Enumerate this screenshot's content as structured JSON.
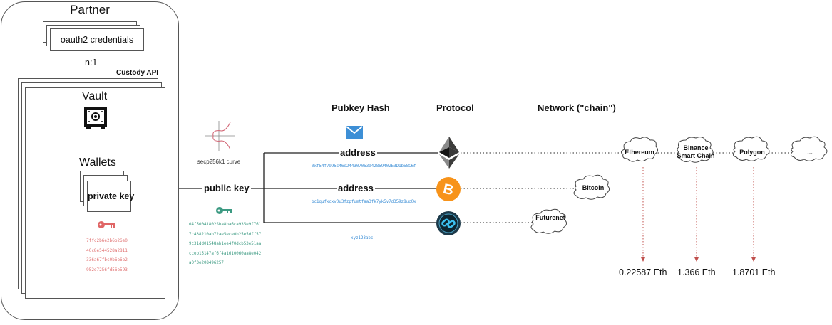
{
  "partner": {
    "title": "Partner",
    "credentials_label": "oauth2 credentials",
    "relation_label": "n:1",
    "custody_api_label": "Custody API",
    "vault_title": "Vault",
    "vault_icon": "safe-icon",
    "wallets_title": "Wallets",
    "private_key_label": "private key",
    "private_key_icon": "key-icon",
    "private_key_hex": [
      "7ffc2b6e2b6b26e0",
      "40c8e544528a2811",
      "336a67fbc0b6e6b2",
      "952e7256fd56e593"
    ]
  },
  "crypto": {
    "curve_label": "secp256k1 curve",
    "public_key_label": "public key",
    "public_key_icon": "key-icon",
    "public_key_hex": [
      "04f50041802Sba8ba6ca935e9f761",
      "7c438210ab72ae5ece0b25e5dff57",
      "9c31dd01548ab1ee4f0dcb53e51aa",
      "cceb15147af6f4a1610060aa8e042",
      "a0f3e208496257"
    ]
  },
  "columns": {
    "pubkey_hash": "Pubkey Hash",
    "protocol": "Protocol",
    "network": "Network (\"chain\")"
  },
  "addresses": [
    {
      "label": "address",
      "value": "0xf54f7995c46e24430705394285940ZE3D1b58C6f",
      "protocol": "ethereum-icon",
      "color": "#3d8fd6"
    },
    {
      "label": "address",
      "value": "bc1qufxcxv0u3fzpfumtfaa3fk7yk5v7d359z8uc0x",
      "protocol": "bitcoin-icon",
      "color": "#3d8fd6"
    },
    {
      "label": "",
      "value": "xyz123abc",
      "protocol": "futurenet-icon",
      "color": "#3d8fd6"
    }
  ],
  "pubkey_hash_icon": "envelope-icon",
  "networks": {
    "ethereum_chains": [
      "Ethereum",
      "Binance Smart Chain",
      "Polygon",
      "..."
    ],
    "bitcoin_chain": "Bitcoin",
    "futurenet_chain": "Futurenet",
    "futurenet_more": "..."
  },
  "balances": [
    "0.22587 Eth",
    "1.366 Eth",
    "1.8701 Eth"
  ],
  "colors": {
    "private_key": "#e06666",
    "public_key": "#3c9a82",
    "address": "#3d8fd6",
    "balance_arrow": "#c0504d",
    "bitcoin": "#f7931a",
    "envelope": "#3d8fd6"
  }
}
